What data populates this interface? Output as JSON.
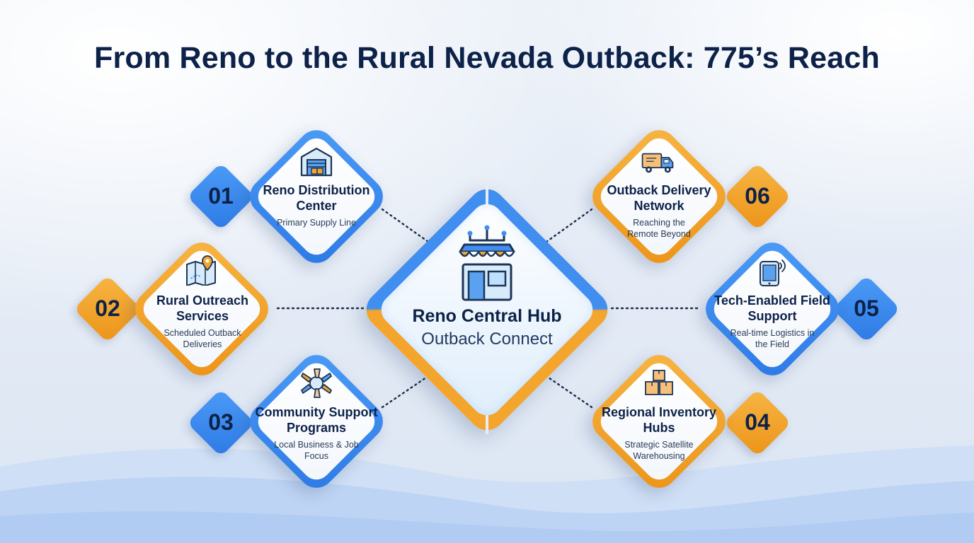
{
  "title": "From Reno to the Rural Nevada Outback: 775’s Reach",
  "hub": {
    "title": "Reno Central Hub",
    "subtitle": "Outback Connect",
    "icon": "storefront-icon"
  },
  "colors": {
    "blue": "#3f8ef0",
    "orange": "#f3a52d",
    "navy": "#0d2249"
  },
  "nodes": [
    {
      "number": "01",
      "title": "Reno Distribution Center",
      "desc": "Primary Supply Line",
      "color": "blue",
      "icon": "warehouse-icon"
    },
    {
      "number": "02",
      "title": "Rural Outreach Services",
      "desc": "Scheduled Outback Deliveries",
      "color": "orange",
      "icon": "map-pin-icon"
    },
    {
      "number": "03",
      "title": "Community Support Programs",
      "desc": "Local Business & Job Focus",
      "color": "blue",
      "icon": "hands-circle-icon"
    },
    {
      "number": "04",
      "title": "Regional Inventory Hubs",
      "desc": "Strategic Satellite Warehousing",
      "color": "orange",
      "icon": "stacked-boxes-icon"
    },
    {
      "number": "05",
      "title": "Tech-Enabled Field Support",
      "desc": "Real-time Logistics in the Field",
      "color": "blue",
      "icon": "tablet-signal-icon"
    },
    {
      "number": "06",
      "title": "Outback Delivery Network",
      "desc": "Reaching the Remote Beyond",
      "color": "orange",
      "icon": "delivery-truck-icon"
    }
  ]
}
